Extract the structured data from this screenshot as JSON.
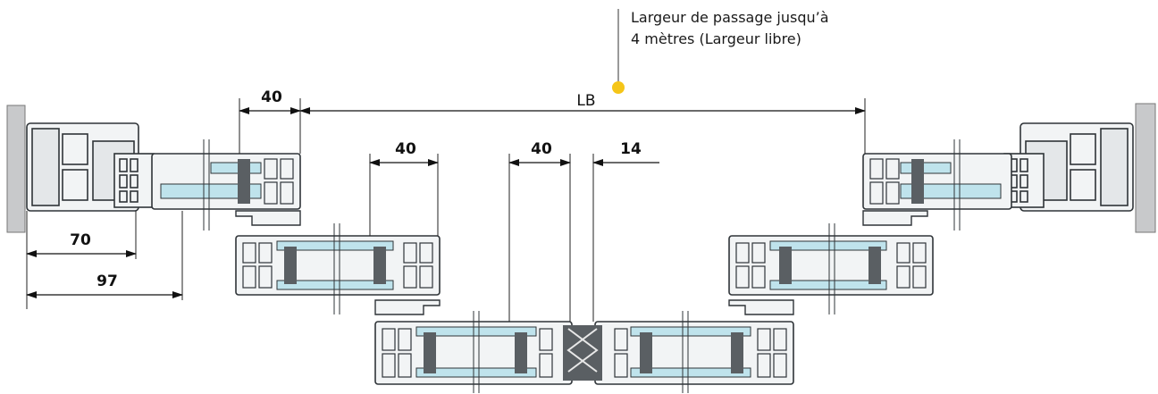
{
  "annotation": {
    "line1": "Largeur de passage jusqu’à",
    "line2": "4 mètres (Largeur libre)",
    "marker_color": "#f5c518"
  },
  "dimensions": {
    "lb": "LB",
    "d40_top": "40",
    "d40_mid": "40",
    "d40_center": "40",
    "d14": "14",
    "d70": "70",
    "d97": "97"
  },
  "colors": {
    "profile_fill": "#f2f4f5",
    "profile_stroke": "#2f3438",
    "glass": "#bfe3ec",
    "gasket": "#5a5f63",
    "wall": "#c8c9cb"
  }
}
